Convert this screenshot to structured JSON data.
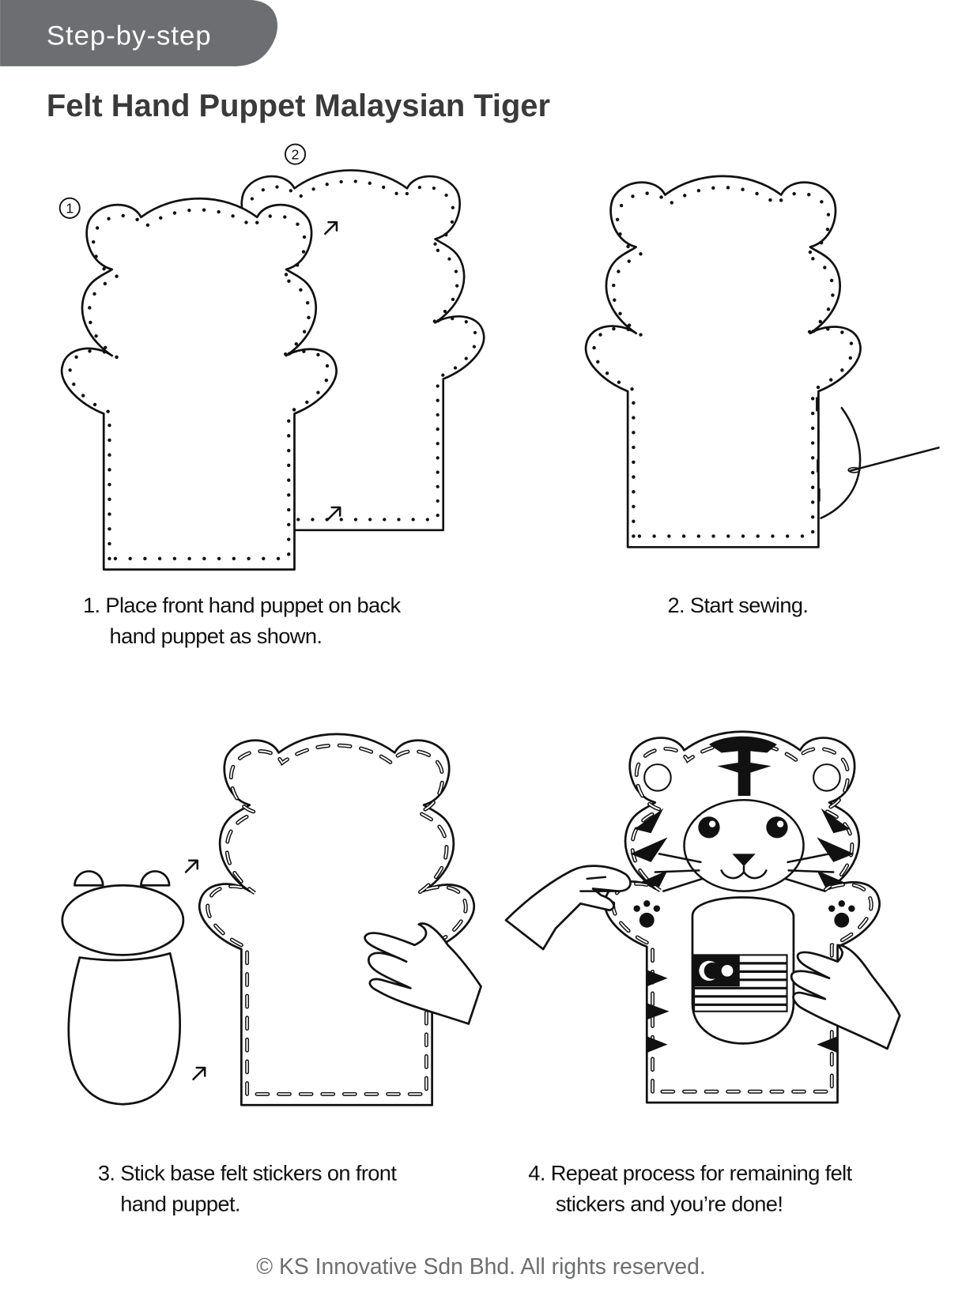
{
  "header": {
    "tab_label": "Step-by-step",
    "title": "Felt Hand Puppet Malaysian Tiger"
  },
  "steps": [
    {
      "markers": [
        "1",
        "2"
      ],
      "line1": "1. Place front hand puppet on back",
      "line2": "hand puppet as shown."
    },
    {
      "line1": "2. Start sewing."
    },
    {
      "line1": "3. Stick base felt stickers on front",
      "line2": "hand puppet."
    },
    {
      "line1": "4. Repeat process for remaining felt",
      "line2": "stickers and you’re done!"
    }
  ],
  "footer": {
    "copyright": "© KS Innovative Sdn Bhd.  All rights reserved."
  },
  "colors": {
    "tab": "#6d6e71",
    "title": "#3a3a3a",
    "ink": "#111111"
  }
}
